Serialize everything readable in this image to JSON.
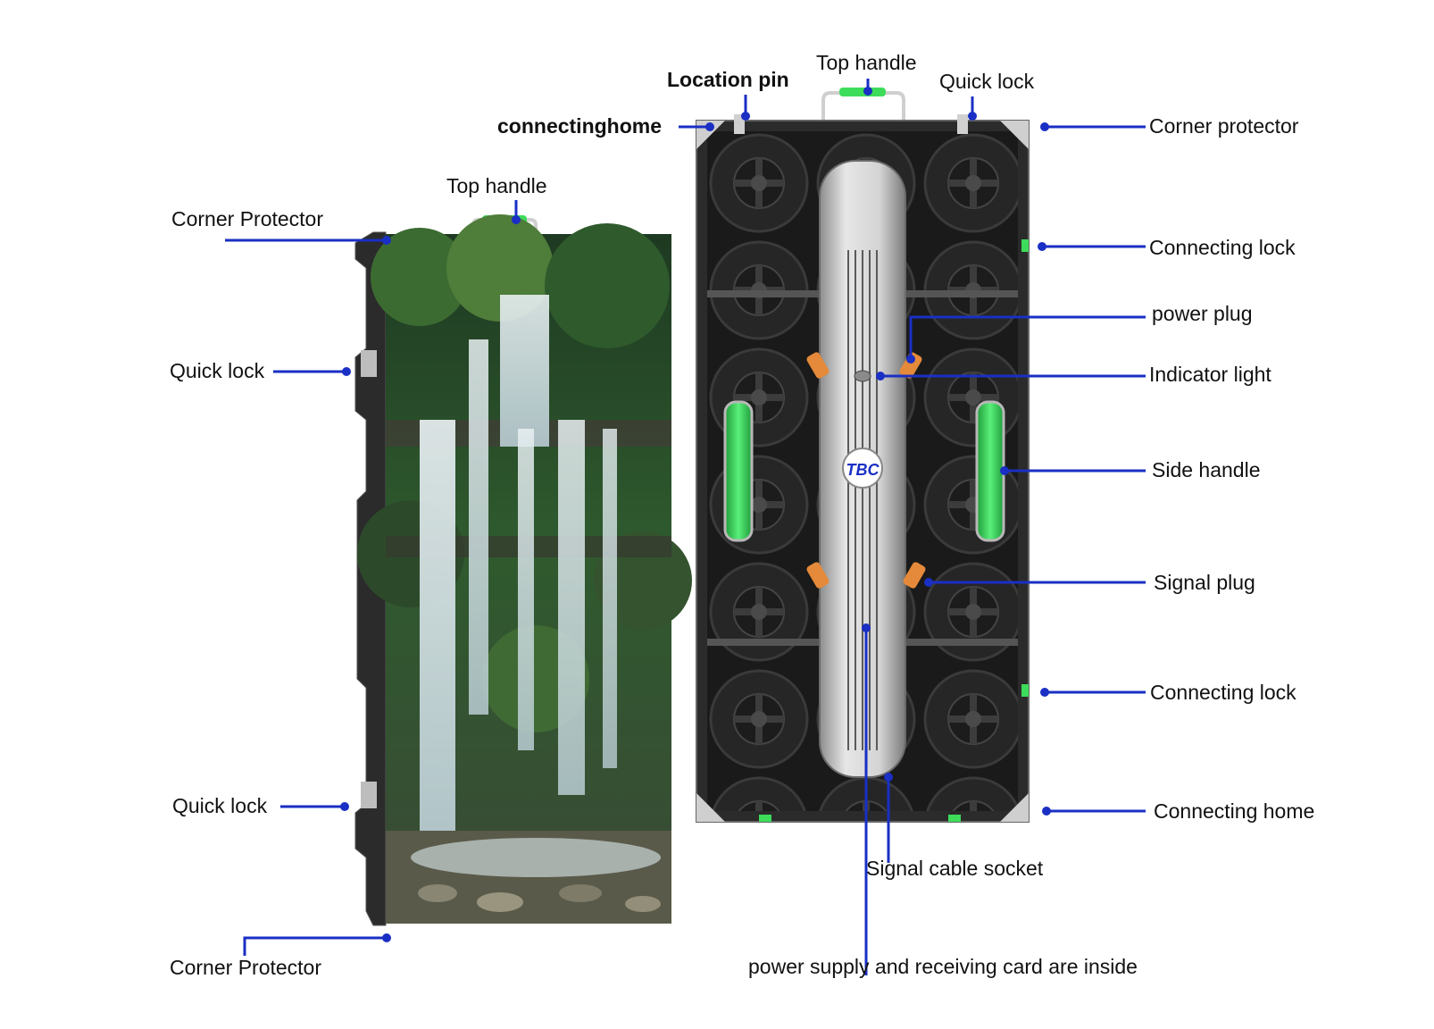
{
  "diagram": {
    "colors": {
      "leader": "#1a2fc4",
      "handle": "#3ddc5a",
      "frame": "#2b2b2b",
      "cabinet_back": "#161616",
      "hub": "#c9c9c9"
    },
    "front_view": {
      "labels": {
        "corner_protector_top": "Corner Protector",
        "top_handle": "Top handle",
        "quick_lock_upper": "Quick lock",
        "quick_lock_lower": "Quick lock",
        "corner_protector_bottom": "Corner Protector"
      },
      "screen_image": "waterfall-forest-photo"
    },
    "back_view": {
      "labels": {
        "location_pin": "Location pin",
        "top_handle": "Top handle",
        "quick_lock": "Quick lock",
        "connecting_home_top": "connectinghome",
        "corner_protector": "Corner protector",
        "connecting_lock_upper": "Connecting lock",
        "power_plug": "power plug",
        "indicator_light": "Indicator light",
        "side_handle": "Side handle",
        "signal_plug": "Signal plug",
        "connecting_lock_lower": "Connecting lock",
        "connecting_home_bottom": "Connecting home",
        "signal_cable_socket": "Signal cable socket",
        "power_supply_note": "power supply and receiving card are inside"
      },
      "brand_logo": "TBC"
    }
  }
}
